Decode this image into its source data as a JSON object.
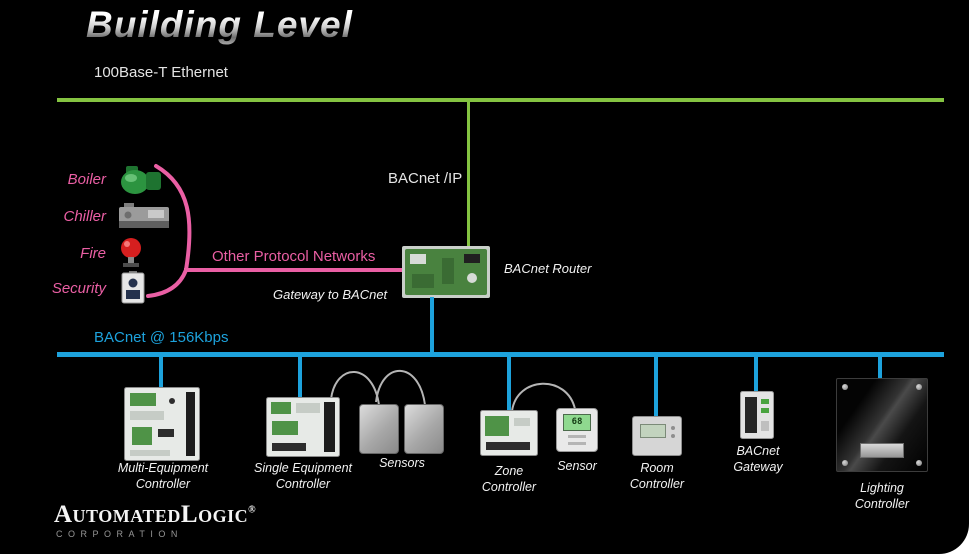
{
  "slide": {
    "title": "Building Level"
  },
  "colors": {
    "green": "#84c341",
    "blue": "#1da2dc",
    "pink": "#ea5fa4",
    "wire": "#b5b5b5"
  },
  "ethernet": {
    "label": "100Base-T Ethernet"
  },
  "bacnet_ip": {
    "label": "BACnet /IP"
  },
  "protocol": {
    "items": [
      {
        "label": "Boiler"
      },
      {
        "label": "Chiller"
      },
      {
        "label": "Fire"
      },
      {
        "label": "Security"
      }
    ],
    "network_label": "Other Protocol Networks",
    "gateway_label": "Gateway  to BACnet"
  },
  "router": {
    "label": "BACnet Router"
  },
  "bus": {
    "label": "BACnet @ 156Kbps"
  },
  "devices": [
    {
      "label": "Multi-Equipment\nController"
    },
    {
      "label": "Single Equipment\nController"
    },
    {
      "label": "Sensors"
    },
    {
      "label": "Zone\nController"
    },
    {
      "label": "Sensor",
      "reading": "68"
    },
    {
      "label": "Room\nController"
    },
    {
      "label": "BACnet\nGateway"
    },
    {
      "label": "Lighting\nController"
    }
  ],
  "logo": {
    "wordmark": "AutomatedLogic",
    "registered": "®",
    "subtext": "CORPORATION"
  }
}
